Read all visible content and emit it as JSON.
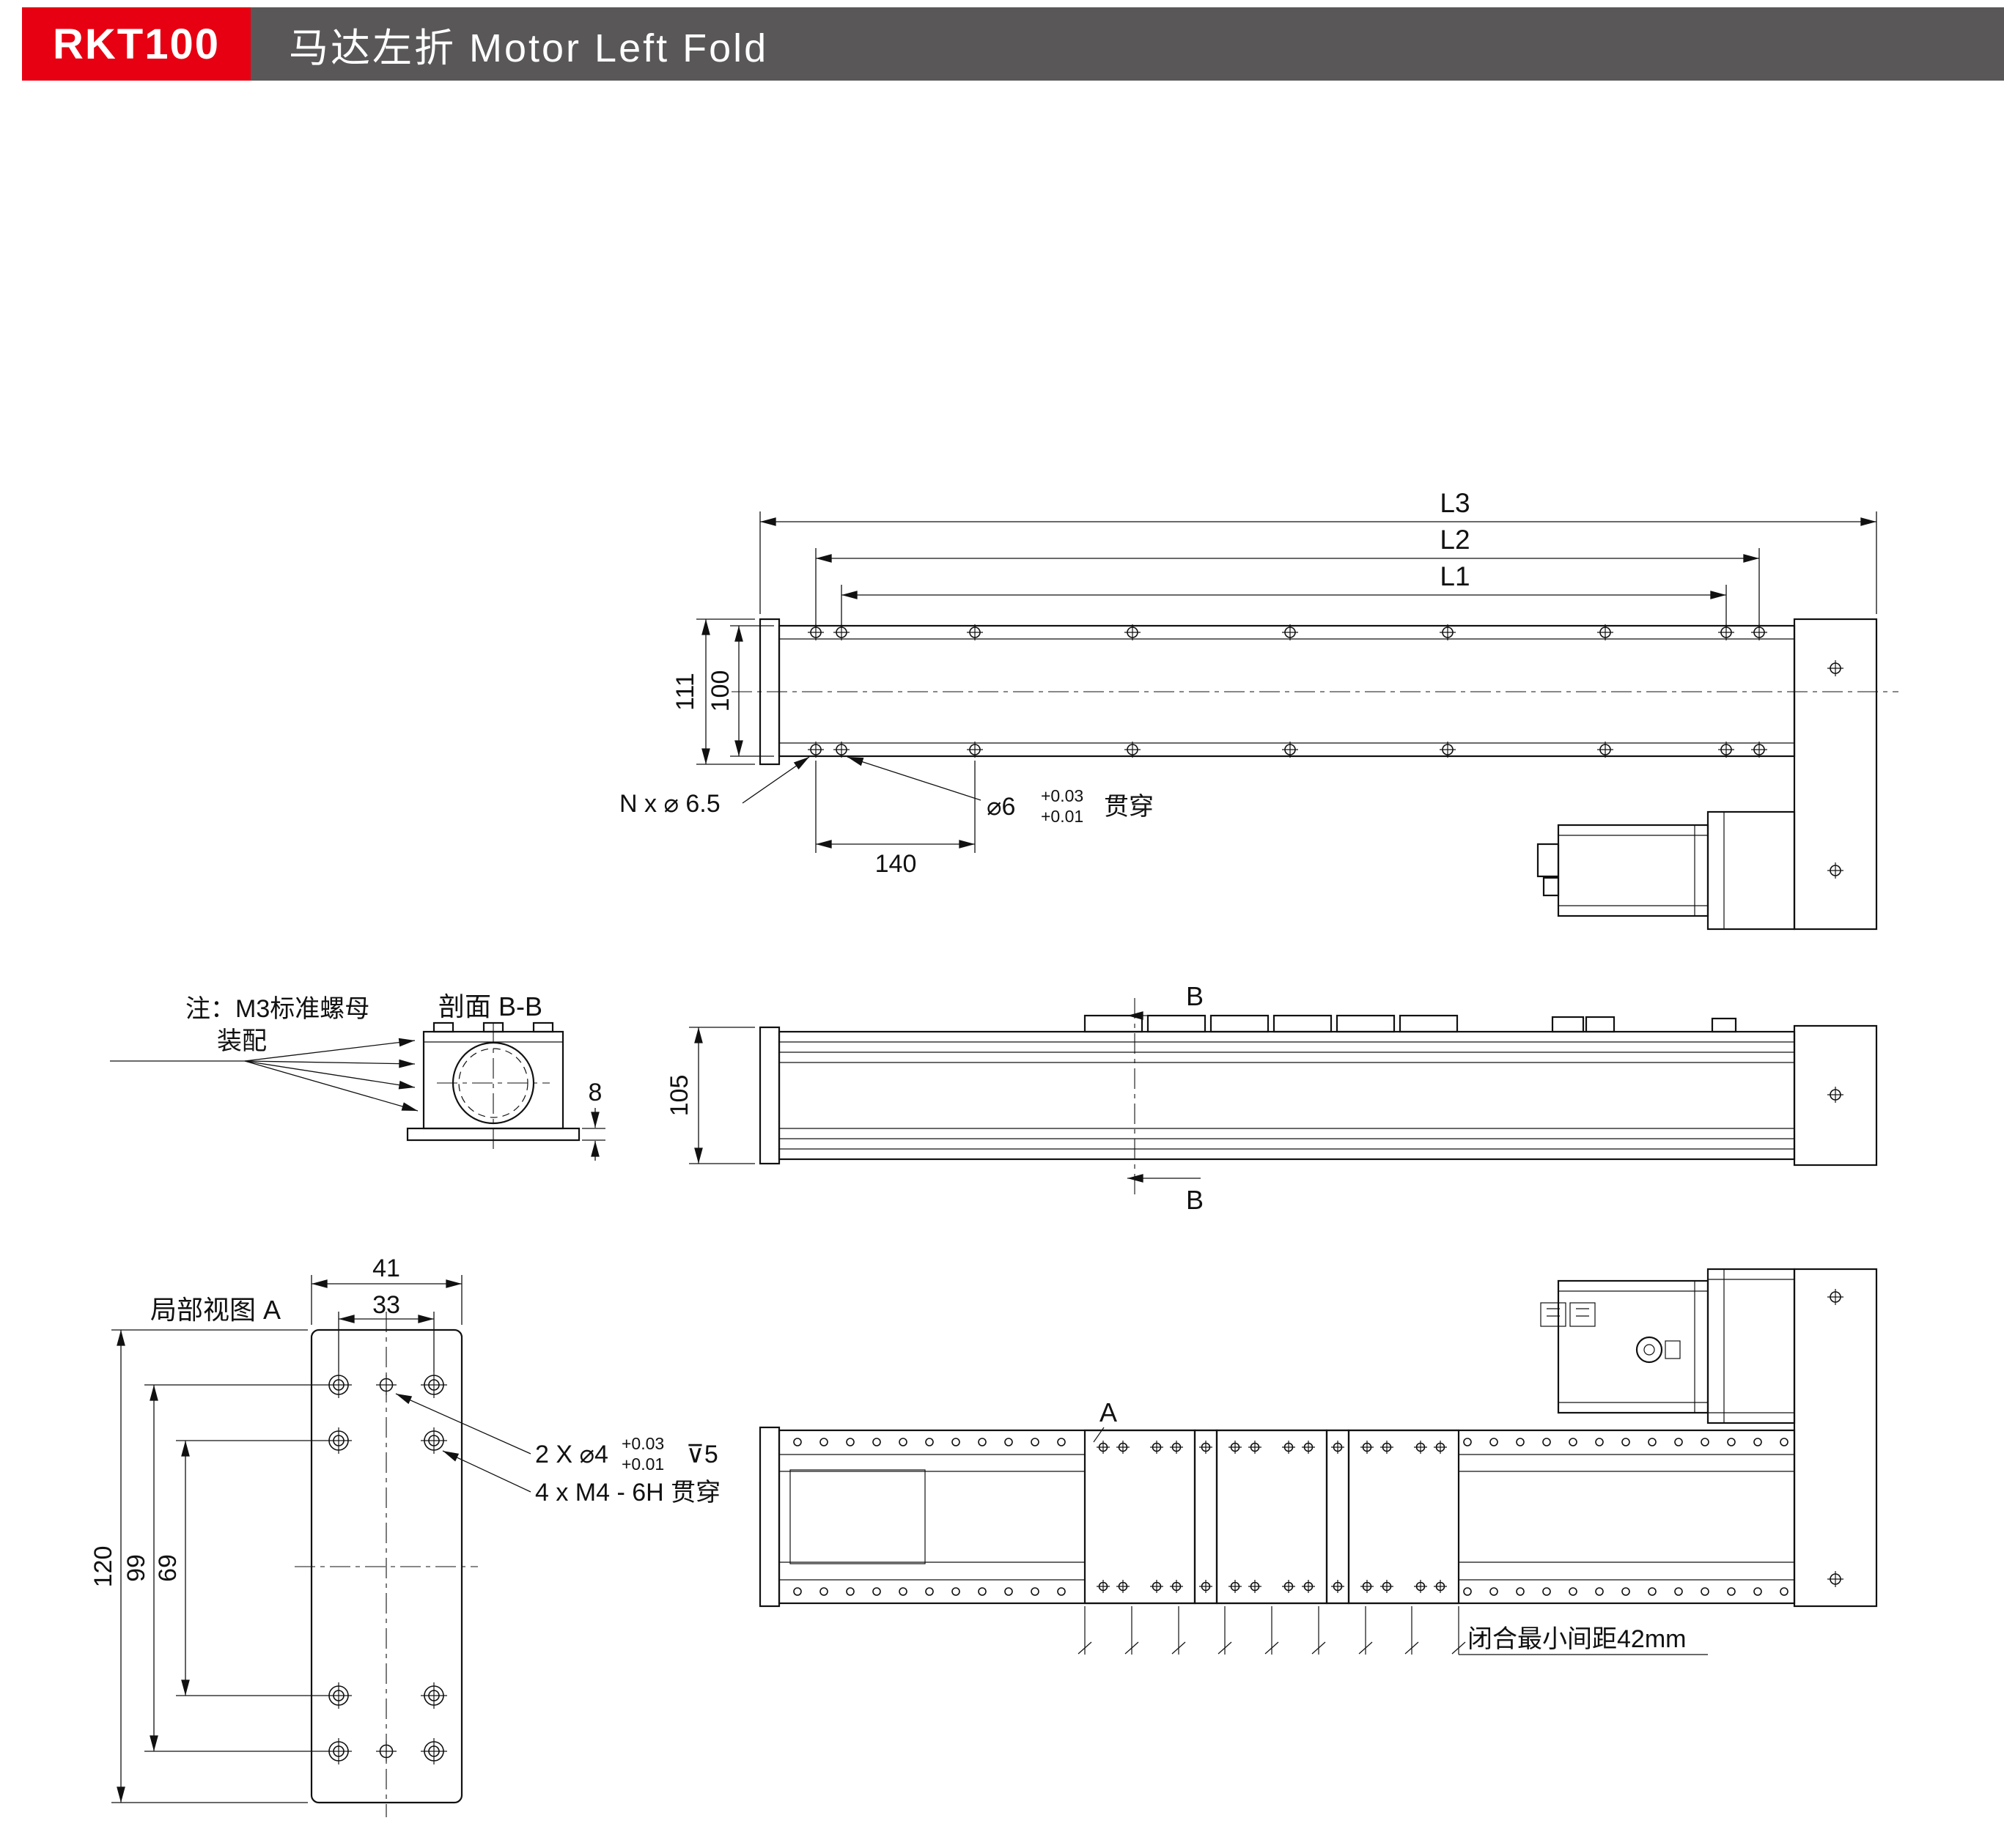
{
  "header": {
    "model": "RKT100",
    "title": "马达左折 Motor Left Fold",
    "badge_color": "#e60012",
    "bar_color": "#595757"
  },
  "top_view": {
    "dim_l3": "L3",
    "dim_l2": "L2",
    "dim_l1": "L1",
    "dim_111": "111",
    "dim_100": "100",
    "dim_140": "140",
    "callout_n_holes": "N x ⌀ 6.5",
    "callout_hole": "⌀6",
    "callout_hole_tol_top": "+0.03",
    "callout_hole_tol_bot": "+0.01",
    "callout_hole_suffix": "贯穿"
  },
  "section_view": {
    "note_line1": "注：M3标准螺母",
    "note_line2": "装配",
    "title": "剖面 B-B",
    "dim_8": "8"
  },
  "side_view": {
    "dim_105": "105",
    "marker_top": "B",
    "marker_bottom": "B"
  },
  "detail_view": {
    "title": "局部视图 A",
    "dim_41": "41",
    "dim_33": "33",
    "dim_120": "120",
    "dim_99": "99",
    "dim_69": "69",
    "callout_dowel": "2 X ⌀4",
    "callout_dowel_tol_top": "+0.03",
    "callout_dowel_tol_bot": "+0.01",
    "callout_dowel_depth": "⊽5",
    "callout_thread": "4 x M4 - 6H 贯穿"
  },
  "bottom_view": {
    "marker_a": "A",
    "note_min_gap": "闭合最小间距42mm"
  }
}
